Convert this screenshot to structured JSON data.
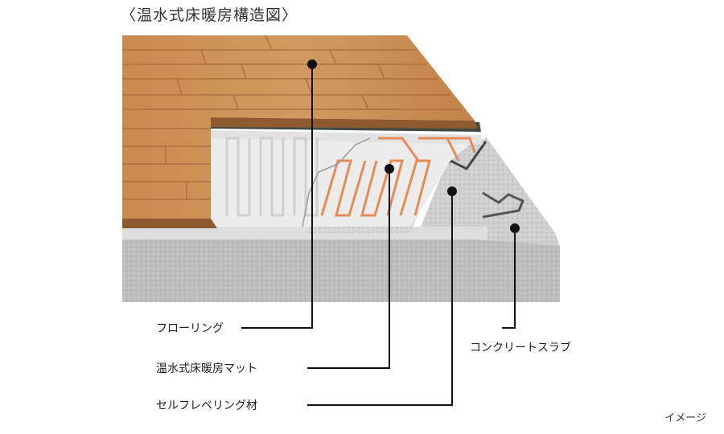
{
  "title": "〈温水式床暖房構造図〉",
  "labels": {
    "flooring": "フローリング",
    "heating_mat": "温水式床暖房マット",
    "self_leveling": "セルフレベリング材",
    "concrete_slab": "コンクリートスラブ"
  },
  "note": "イメージ",
  "colors": {
    "wood": "#c98a4e",
    "wood_dark": "#a8693a",
    "pipe": "#e58b55",
    "concrete": "#c8c8c8",
    "leveling": "#d9d9d9",
    "mat": "#eeeeee",
    "leader": "#111111"
  }
}
